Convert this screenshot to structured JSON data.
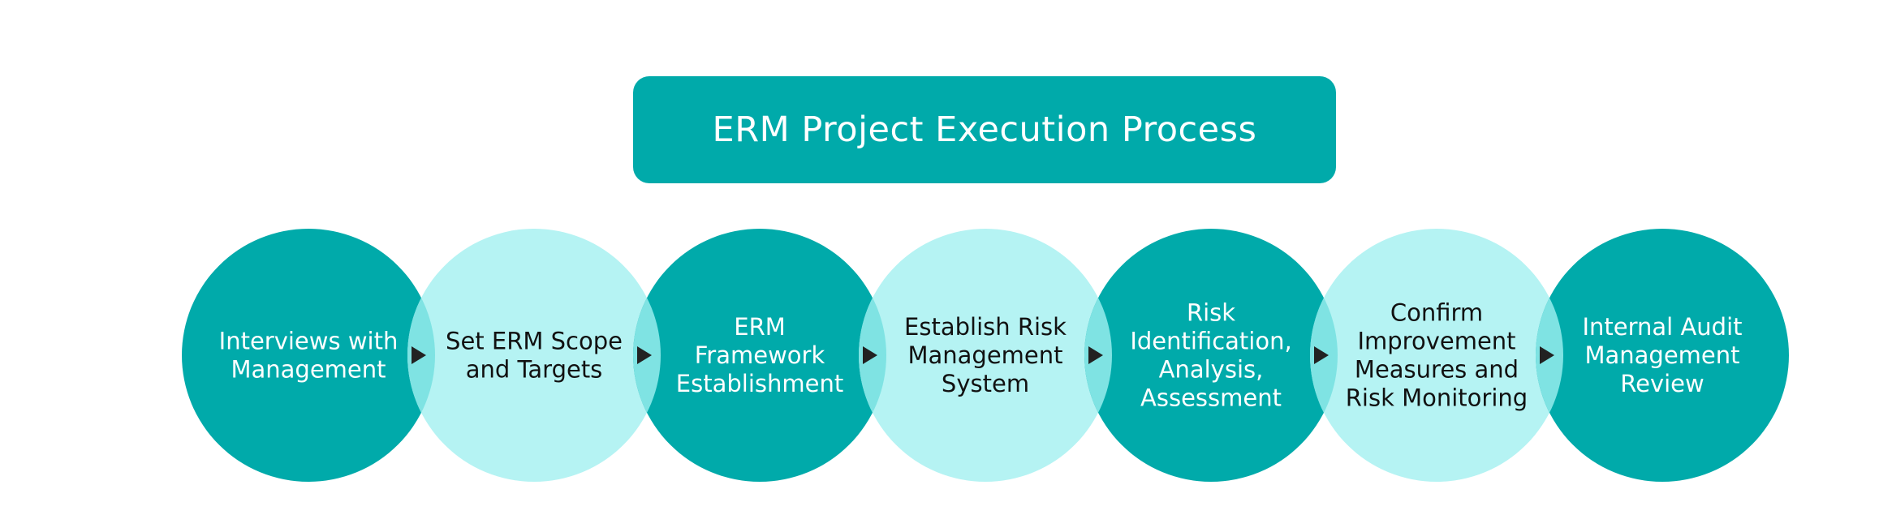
{
  "title": "ERM Project Execution Process",
  "colors": {
    "dark": "#00aaaa",
    "light": "#b5f3f3",
    "overlap": "#7fe3e3",
    "arrow": "#222222",
    "text_on_dark": "#ffffff",
    "text_on_light": "#111111"
  },
  "steps": [
    {
      "label": [
        "Interviews with",
        "Management"
      ],
      "tone": "dark"
    },
    {
      "label": [
        "Set ERM Scope",
        "and Targets"
      ],
      "tone": "light"
    },
    {
      "label": [
        "ERM",
        "Framework",
        "Establishment"
      ],
      "tone": "dark"
    },
    {
      "label": [
        "Establish Risk",
        "Management",
        "System"
      ],
      "tone": "light"
    },
    {
      "label": [
        "Risk",
        "Identification,",
        "Analysis,",
        "Assessment"
      ],
      "tone": "dark"
    },
    {
      "label": [
        "Confirm",
        "Improvement",
        "Measures and",
        "Risk Monitoring"
      ],
      "tone": "light"
    },
    {
      "label": [
        "Internal Audit",
        "Management",
        "Review"
      ],
      "tone": "dark"
    }
  ],
  "arrow_icon": "triangle-right-icon"
}
